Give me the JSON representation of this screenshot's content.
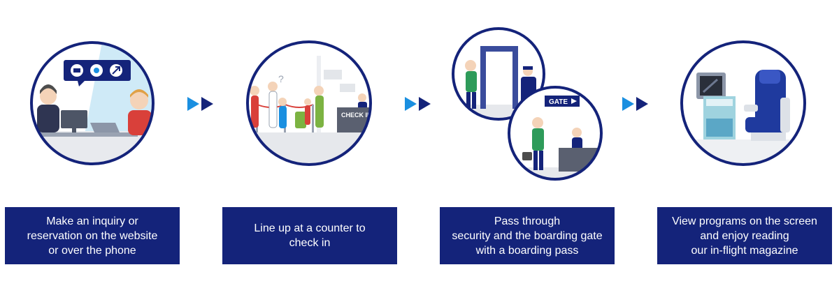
{
  "colors": {
    "caption_bg": "#14237a",
    "ring": "#14237a",
    "arrow_light": "#1a8fe0",
    "arrow_dark": "#14237a"
  },
  "icons": [
    "ticket-icon",
    "seat-icon",
    "flight-icon"
  ],
  "scenes": {
    "counter_sign": "CHECK IN",
    "gate_sign": "GATE"
  },
  "steps": [
    {
      "lines": [
        "Make an inquiry or",
        "reservation on the website",
        "or over the phone"
      ]
    },
    {
      "lines": [
        "Line up at a counter to",
        "check in"
      ]
    },
    {
      "lines": [
        "Pass through",
        "security and the boarding gate",
        "with a boarding pass"
      ]
    },
    {
      "lines": [
        "View programs on the screen",
        "and enjoy reading",
        "our in-flight magazine"
      ]
    }
  ]
}
